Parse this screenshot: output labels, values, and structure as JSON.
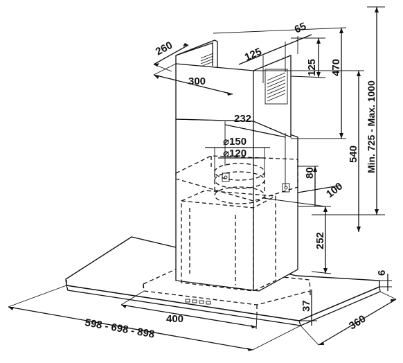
{
  "diagram": {
    "dimensions": {
      "chimney_depth_top": "260",
      "chimney_width_top": "300",
      "vent_offset": "65",
      "vent_width": "125",
      "vent_height": "125",
      "upper_chimney_height": "470",
      "lower_chimney_height": "540",
      "total_height": "Min. 725 - Max. 1000",
      "outlet_spacing": "232",
      "outlet_diameter_large": "⌀150",
      "outlet_diameter_small": "⌀120",
      "outlet_height": "80",
      "outlet_depth": "100",
      "motor_height": "252",
      "glass_thickness": "6",
      "canopy_height": "37",
      "glass_depth": "360",
      "control_width": "400",
      "glass_widths": "598 - 698 - 898"
    }
  }
}
